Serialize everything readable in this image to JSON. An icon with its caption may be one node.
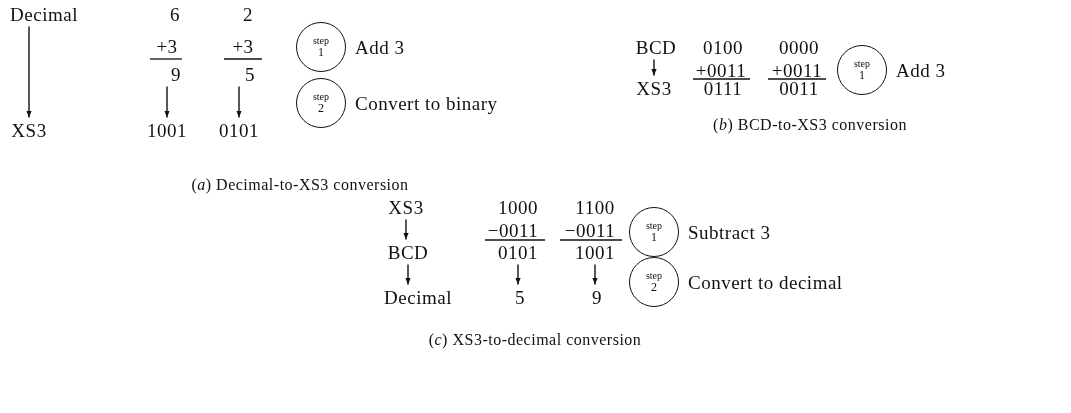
{
  "diagram": {
    "nodes": [
      {
        "text": [
          "Decimal"
        ]
      },
      {
        "text": [
          "XS3"
        ]
      },
      {
        "text": [
          "9"
        ]
      },
      {
        "text": [
          "1001"
        ]
      },
      {
        "text": [
          "5"
        ]
      },
      {
        "text": [
          "0101"
        ]
      },
      {
        "text": [
          "step",
          "1"
        ],
        "beside": [
          "Add 3"
        ]
      },
      {
        "text": [
          "step",
          "2"
        ],
        "beside": [
          "Convert to binary"
        ]
      },
      {
        "text": [
          "BCD"
        ]
      },
      {
        "text": [
          "XS3"
        ]
      },
      {
        "text": [
          "step",
          "1"
        ],
        "beside": [
          "Add 3"
        ]
      },
      {
        "text": [
          "XS3"
        ]
      },
      {
        "text": [
          "BCD"
        ]
      },
      {
        "text": [
          "Decimal"
        ]
      },
      {
        "text": [
          "0101"
        ]
      },
      {
        "text": [
          "5"
        ]
      },
      {
        "text": [
          "1001"
        ]
      },
      {
        "text": [
          "9"
        ]
      },
      {
        "text": [
          "step",
          "1"
        ],
        "beside": [
          "Subtract 3"
        ]
      },
      {
        "text": [
          "step",
          "2"
        ],
        "beside": [
          "Convert to decimal"
        ]
      }
    ],
    "edges": [
      {
        "from": 0,
        "to": 1,
        "arrow": "to"
      },
      {
        "from": 2,
        "to": 3,
        "arrow": "to"
      },
      {
        "from": 4,
        "to": 5,
        "arrow": "to"
      },
      {
        "from": 8,
        "to": 9,
        "arrow": "to"
      },
      {
        "from": 11,
        "to": 12,
        "arrow": "to"
      },
      {
        "from": 12,
        "to": 13,
        "arrow": "to"
      },
      {
        "from": 14,
        "to": 15,
        "arrow": "to"
      },
      {
        "from": 16,
        "to": 17,
        "arrow": "to"
      }
    ],
    "labels": [
      "6",
      "2",
      "+3",
      "+3",
      "(*a*) Decimal-to-XS3 conversion",
      "0100",
      "0000",
      "+0011",
      "+0011",
      "0111",
      "0011",
      "(*b*) BCD-to-XS3 conversion",
      "1000",
      "1100",
      "−0011",
      "−0011",
      "(*c*) XS3-to-decimal conversion"
    ]
  }
}
